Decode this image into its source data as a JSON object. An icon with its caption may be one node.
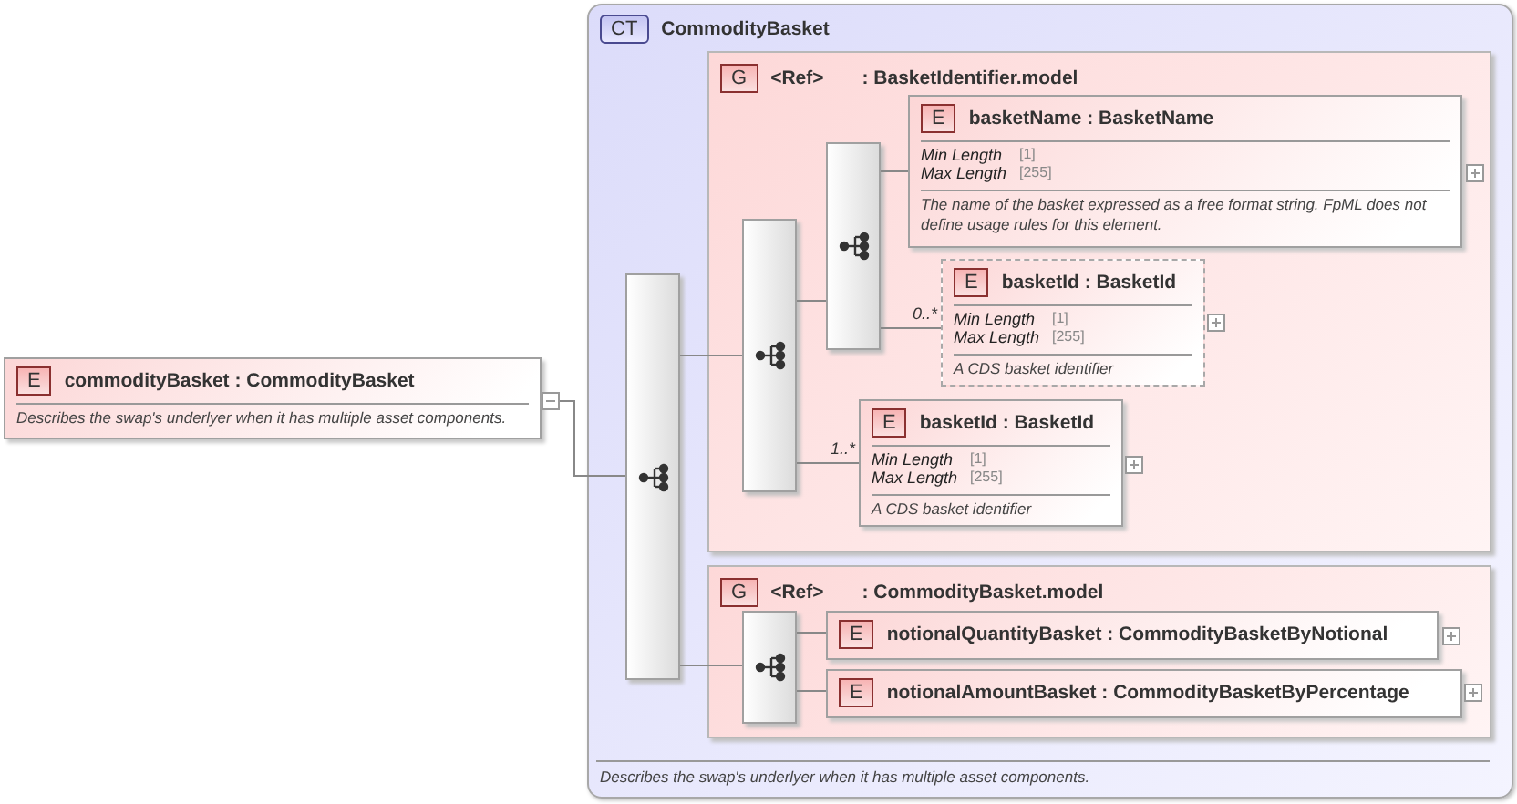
{
  "diagram": {
    "nodes": [
      {
        "text": [
          "E",
          "commodityBasket : CommodityBasket",
          "Describes the swap's underlyer when it has multiple asset components."
        ]
      },
      {
        "text": [
          "CT",
          "CommodityBasket",
          "Describes the swap's underlyer when it has multiple asset components."
        ]
      },
      {
        "text": [],
        "shape": "box",
        "in": 1
      },
      {
        "text": [
          "G",
          "<Ref>",
          ": BasketIdentifier.model"
        ],
        "in": 1
      },
      {
        "text": [],
        "shape": "box",
        "in": 3
      },
      {
        "text": [],
        "shape": "box",
        "in": 3
      },
      {
        "text": [
          "E",
          "basketName : BasketName",
          "Min Length",
          "[1]",
          "Max Length",
          "[255]",
          "The name of the basket expressed as a free format string. FpML does not define usage rules for this element."
        ],
        "in": 3
      },
      {
        "text": [
          "E",
          "basketId : BasketId",
          "Min Length",
          "[1]",
          "Max Length",
          "[255]",
          "A CDS basket identifier"
        ],
        "in": 3
      },
      {
        "text": [
          "E",
          "basketId : BasketId",
          "Min Length",
          "[1]",
          "Max Length",
          "[255]",
          "A CDS basket identifier"
        ],
        "in": 3
      },
      {
        "text": [
          "G",
          "<Ref>",
          ": CommodityBasket.model"
        ],
        "in": 1
      },
      {
        "text": [],
        "shape": "box",
        "in": 9
      },
      {
        "text": [
          "E",
          "notionalQuantityBasket : CommodityBasketByNotional"
        ],
        "in": 9
      },
      {
        "text": [
          "E",
          "notionalAmountBasket : CommodityBasketByPercentage"
        ],
        "in": 9
      }
    ],
    "edges": [
      {
        "from": 0,
        "to": 2,
        "arrow": "none"
      },
      {
        "from": 2,
        "to": 4,
        "arrow": "none"
      },
      {
        "from": 2,
        "to": 10,
        "arrow": "none"
      },
      {
        "from": 4,
        "to": 5,
        "arrow": "none"
      },
      {
        "from": 4,
        "to": 8,
        "arrow": "none",
        "label": "1..*"
      },
      {
        "from": 5,
        "to": 6,
        "arrow": "none"
      },
      {
        "from": 5,
        "to": 7,
        "arrow": "none",
        "label": "0..*"
      },
      {
        "from": 10,
        "to": 11,
        "arrow": "none"
      },
      {
        "from": 10,
        "to": 12,
        "arrow": "none"
      }
    ]
  }
}
